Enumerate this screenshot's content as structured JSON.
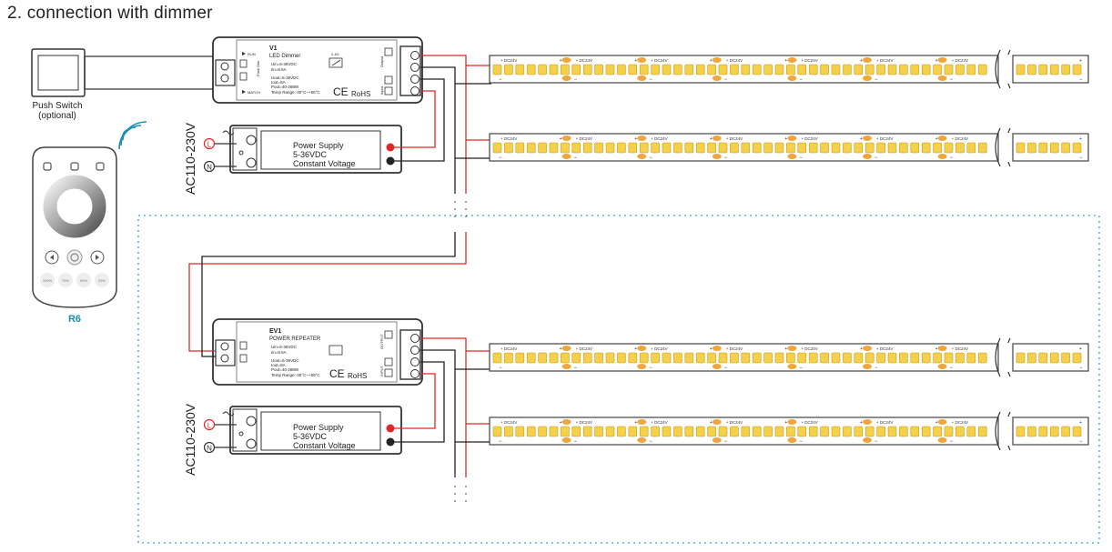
{
  "page_title": "2. connection with dimmer",
  "push_switch": {
    "label": "Push Switch",
    "sub": "(optional)"
  },
  "remote": {
    "model": "R6",
    "presets": [
      "100%",
      "75%",
      "50%",
      "25%"
    ]
  },
  "dimmer": {
    "model": "V1",
    "name": "LED Dimmer",
    "spec_in": [
      "Uin=5-36VDC",
      "Iin=8.5A"
    ],
    "spec_out": [
      "Uout=5-36VDC",
      "Iout=8A",
      "Pout=40-288W",
      "Temp Range:-30°C~+55°C"
    ],
    "run": "RUN",
    "match": "MATCH",
    "input_label": "Push Dim",
    "output_label": "Output",
    "power_label": "Input",
    "rf": "2.4G",
    "ce": "CE",
    "rohs": "RoHS"
  },
  "repeater": {
    "model": "EV1",
    "name": "POWER REPEATER",
    "spec_in": [
      "Uin=5-36VDC",
      "Iin=8.5A"
    ],
    "spec_out": [
      "Uout=5-36VDC",
      "Iout=8A",
      "Pout=40-288W",
      "Temp Range:-30°C~+55°C"
    ],
    "input_label": "INPUT",
    "output_label": "OUTPUT",
    "ce": "CE",
    "rohs": "RoHS"
  },
  "power_supply": {
    "ac_label": "AC110-230V",
    "line": "L",
    "neutral": "N",
    "lines": [
      "Power Supply",
      "5-36VDC",
      "Constant Voltage"
    ]
  },
  "strip": {
    "label": "DC24V",
    "plus": "+",
    "minus": "−"
  },
  "colors": {
    "red_wire": "#e0282a",
    "black_wire": "#222222",
    "led": "#f5d04a",
    "pad": "#f0a63a",
    "remote_accent": "#1c8fb5",
    "dotted_border": "#3aa3c8"
  }
}
